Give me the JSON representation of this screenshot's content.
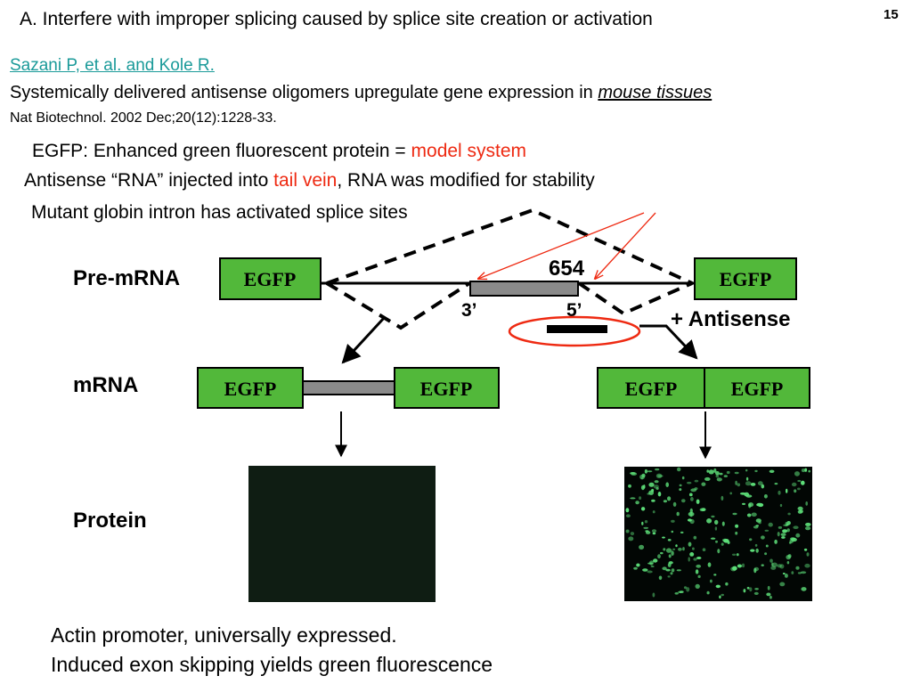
{
  "slide": {
    "title": "A.  Interfere with improper splicing caused by splice site creation or activation",
    "number": "15"
  },
  "citation": {
    "authors": "Sazani P, et al. and  Kole R.",
    "title_main": "Systemically delivered antisense oligomers upregulate gene expression in ",
    "title_emphasis": "mouse tissues",
    "journal": "Nat Biotechnol. 2002 Dec;20(12):1228-33."
  },
  "notes": {
    "egfp_prefix": "EGFP: Enhanced green fluorescent protein = ",
    "egfp_highlight": "model system",
    "antisense_prefix": "Antisense “RNA” injected into ",
    "antisense_highlight": "tail vein",
    "antisense_suffix": ", RNA was modified for stability",
    "mutant": "Mutant globin intron has activated splice sites"
  },
  "diagram": {
    "row_labels": {
      "pre_mrna": "Pre-mRNA",
      "mrna": "mRNA",
      "protein": "Protein"
    },
    "exon_label": "EGFP",
    "intron_label": "654",
    "splice_3": "3’",
    "splice_5": "5’",
    "antisense_label": "+ Antisense",
    "colors": {
      "exon_fill": "#52b83a",
      "intron_fill": "#8a8a8a",
      "highlight_red": "#ee2a12",
      "dark_panel": "#0f1d13",
      "cell_green": "#5ee07a"
    }
  },
  "footer": {
    "line1": "Actin promoter, universally expressed.",
    "line2": "Induced exon skipping yields green fluorescence"
  }
}
